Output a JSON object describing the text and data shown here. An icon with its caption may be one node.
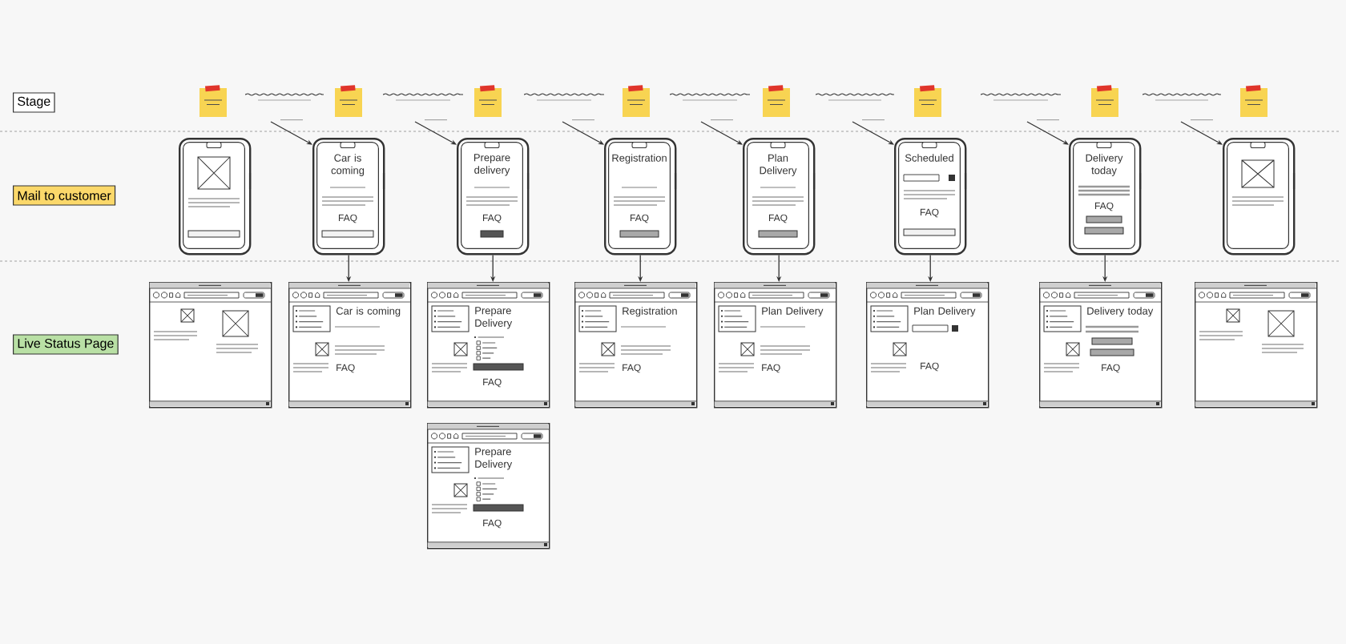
{
  "diagram": {
    "nodes": [
      {
        "text": [
          "Stage"
        ]
      },
      {
        "text": [],
        "shape": "box"
      },
      {
        "text": [],
        "shape": "box"
      },
      {
        "text": [],
        "shape": "box"
      },
      {
        "text": [],
        "shape": "box"
      },
      {
        "text": [],
        "shape": "box"
      },
      {
        "text": [],
        "shape": "box"
      },
      {
        "text": [],
        "shape": "box"
      },
      {
        "text": [],
        "shape": "box"
      },
      {
        "text": [
          "Mail to customer"
        ]
      },
      {
        "text": [],
        "shape": "picture"
      },
      {
        "text": [
          "Car is coming",
          "FAQ"
        ]
      },
      {
        "text": [
          "Prepare delivery",
          "FAQ"
        ]
      },
      {
        "text": [
          "Registration",
          "FAQ"
        ]
      },
      {
        "text": [
          "Plan Delivery",
          "FAQ"
        ]
      },
      {
        "text": [
          "Scheduled",
          "FAQ"
        ]
      },
      {
        "text": [
          "Delivery today",
          "FAQ"
        ]
      },
      {
        "text": [],
        "shape": "picture"
      },
      {
        "text": [
          "Live Status Page"
        ]
      },
      {
        "text": [],
        "shape": "picture"
      },
      {
        "text": [
          "Car is coming",
          "FAQ"
        ]
      },
      {
        "text": [
          "Prepare Delivery",
          "FAQ"
        ]
      },
      {
        "text": [
          "Registration",
          "FAQ"
        ]
      },
      {
        "text": [
          "Plan Delivery",
          "FAQ"
        ]
      },
      {
        "text": [
          "Plan Delivery",
          "FAQ"
        ]
      },
      {
        "text": [
          "Delivery today",
          "FAQ"
        ]
      },
      {
        "text": [],
        "shape": "picture"
      },
      {
        "text": [
          "Prepare Delivery",
          "FAQ"
        ]
      }
    ],
    "edges": [
      {
        "from": null,
        "to": 11,
        "arrow": "to"
      },
      {
        "from": null,
        "to": 12,
        "arrow": "to"
      },
      {
        "from": null,
        "to": 13,
        "arrow": "to"
      },
      {
        "from": null,
        "to": 14,
        "arrow": "to"
      },
      {
        "from": null,
        "to": 15,
        "arrow": "to"
      },
      {
        "from": null,
        "to": 16,
        "arrow": "to"
      },
      {
        "from": null,
        "to": 17,
        "arrow": "to"
      },
      {
        "from": 11,
        "to": 20,
        "arrow": "to"
      },
      {
        "from": 12,
        "to": 21,
        "arrow": "to"
      },
      {
        "from": 13,
        "to": 22,
        "arrow": "to"
      },
      {
        "from": 14,
        "to": 23,
        "arrow": "to"
      },
      {
        "from": 15,
        "to": 24,
        "arrow": "to"
      },
      {
        "from": 16,
        "to": 25,
        "arrow": "to"
      }
    ]
  }
}
